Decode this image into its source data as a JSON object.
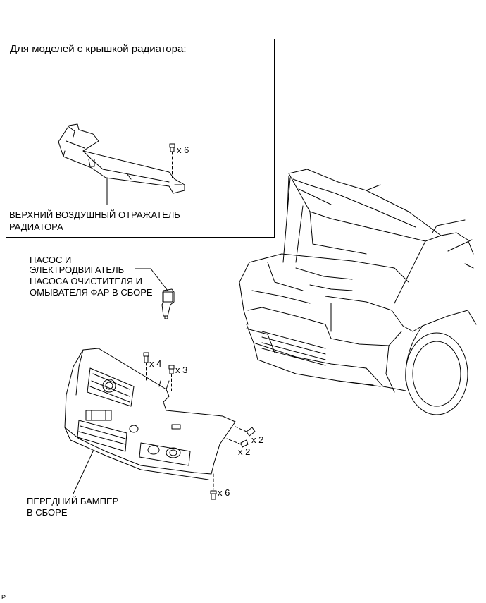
{
  "inset": {
    "title": "Для моделей с крышкой радиатора:"
  },
  "labels": {
    "deflector_line1": "ВЕРХНИЙ ВОЗДУШНЫЙ ОТРАЖАТЕЛЬ",
    "deflector_line2": "РАДИАТОРА",
    "pump_line1": "НАСОС И",
    "pump_line2": "ЭЛЕКТРОДВИГАТЕЛЬ",
    "pump_line3": "НАСОСА ОЧИСТИТЕЛЯ И",
    "pump_line4": "ОМЫВАТЕЛЯ ФАР В СБОРЕ",
    "bumper_line1": "ПЕРЕДНИЙ БАМПЕР",
    "bumper_line2": "В СБОРЕ"
  },
  "quantities": {
    "deflector_clips": "x 6",
    "top_bolts": "x 4",
    "top_clips": "x 3",
    "side_screws": "x 2",
    "side_clips": "x 2",
    "bottom_screws": "x 6"
  },
  "footer": {
    "code": "P"
  }
}
